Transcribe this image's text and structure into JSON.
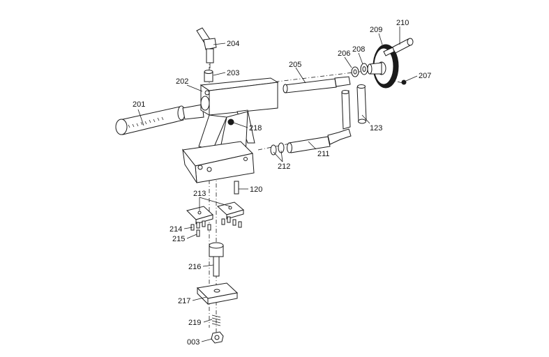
{
  "labels": {
    "p201": "201",
    "p202": "202",
    "p203": "203",
    "p204": "204",
    "p205": "205",
    "p206": "206",
    "p207": "207",
    "p208": "208",
    "p209": "209",
    "p210": "210",
    "p211": "211",
    "p212": "212",
    "p213": "213",
    "p214": "214",
    "p215": "215",
    "p216": "216",
    "p217": "217",
    "p218": "218",
    "p219": "219",
    "p120": "120",
    "p123": "123",
    "p003": "003"
  }
}
